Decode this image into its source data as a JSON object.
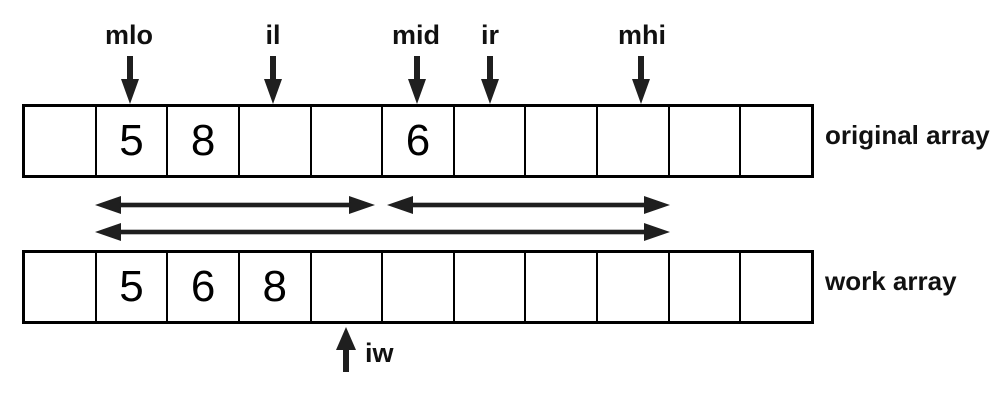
{
  "colors": {
    "ink": "#000000",
    "arrow": "#1f1f1f",
    "background": "#ffffff"
  },
  "arrays": {
    "original": {
      "label": "original array",
      "cells": [
        "",
        "5",
        "8",
        "",
        "",
        "6",
        "",
        "",
        "",
        "",
        ""
      ]
    },
    "work": {
      "label": "work array",
      "cells": [
        "",
        "5",
        "6",
        "8",
        "",
        "",
        "",
        "",
        "",
        "",
        ""
      ]
    }
  },
  "pointers": {
    "top": [
      {
        "name": "mlo",
        "cell_index": 1
      },
      {
        "name": "il",
        "cell_index": 3
      },
      {
        "name": "mid",
        "cell_index": 5
      },
      {
        "name": "ir",
        "cell_index": 6
      },
      {
        "name": "mhi",
        "cell_index": 8
      }
    ],
    "bottom": [
      {
        "name": "iw",
        "cell_index": 4
      }
    ]
  },
  "range_arrows": [
    {
      "name": "left-run-range",
      "row": "upper",
      "from_cell": 1,
      "to_cell": 5,
      "double_headed": true
    },
    {
      "name": "right-run-range",
      "row": "upper",
      "from_cell": 5,
      "to_cell": 9,
      "double_headed": true
    },
    {
      "name": "full-merge-range",
      "row": "lower",
      "from_cell": 1,
      "to_cell": 9,
      "double_headed": true
    }
  ]
}
